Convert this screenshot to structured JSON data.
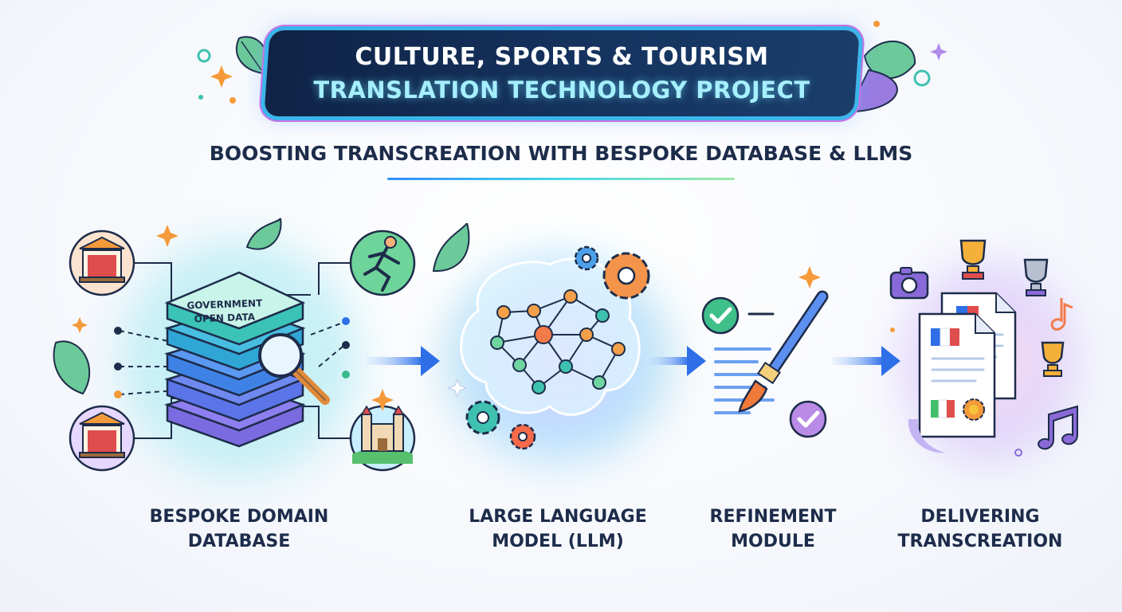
{
  "header": {
    "title_line1": "CULTURE, SPORTS & TOURISM",
    "title_line2": "TRANSLATION TECHNOLOGY PROJECT"
  },
  "subtitle": "BOOSTING TRANSCREATION WITH BESPOKE DATABASE & LLMS",
  "stages": [
    {
      "label_line1": "BESPOKE DOMAIN",
      "label_line2": "DATABASE",
      "db_label_line1": "GOVERNMENT",
      "db_label_line2": "OPEN DATA",
      "icons": [
        "theater-icon",
        "runner-icon",
        "theater-icon",
        "castle-icon",
        "magnifier-icon"
      ]
    },
    {
      "label_line1": "LARGE LANGUAGE",
      "label_line2": "MODEL (LLM)",
      "icons": [
        "brain-network-icon",
        "gear-icon"
      ]
    },
    {
      "label_line1": "REFINEMENT",
      "label_line2": "MODULE",
      "icons": [
        "checkmark-icon",
        "paintbrush-icon",
        "document-lines-icon"
      ]
    },
    {
      "label_line1": "DELIVERING",
      "label_line2": "TRANSCREATION",
      "icons": [
        "document-icon",
        "french-flag-icon",
        "italian-flag-icon",
        "trophy-icon",
        "camera-icon",
        "music-note-icon"
      ]
    }
  ],
  "colors": {
    "banner_bg": "#13305a",
    "banner_title": "#ffffff",
    "banner_subtitle": "#a6efff",
    "text_dark": "#1d2c4a",
    "arrow": "#2e6fe8",
    "accent_orange": "#f59a3a",
    "accent_green": "#39b98a"
  }
}
